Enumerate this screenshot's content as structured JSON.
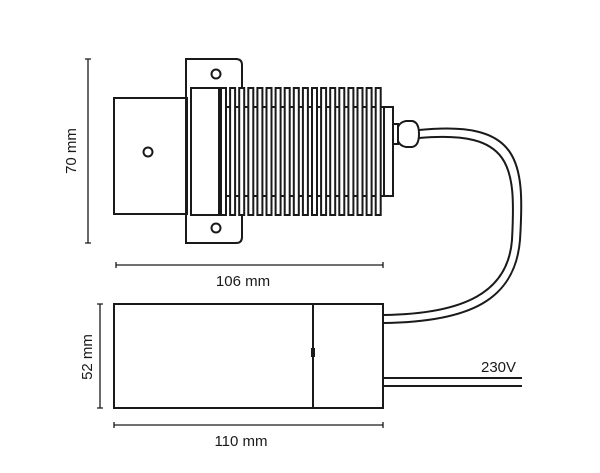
{
  "dimensions": {
    "lamp_height": "70 mm",
    "lamp_length": "106 mm",
    "driver_height": "52 mm",
    "driver_length": "110 mm"
  },
  "supply_label": "230V",
  "colors": {
    "line": "#1a1a1a",
    "background": "#ffffff"
  }
}
